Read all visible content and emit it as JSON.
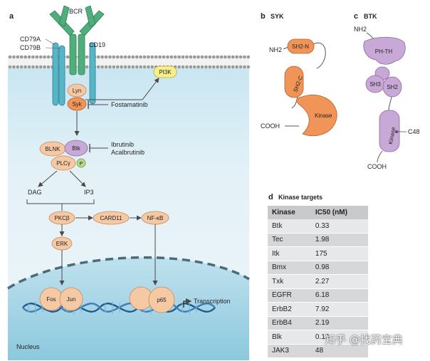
{
  "panel_a": {
    "label": "a",
    "bcr": "BCR",
    "cd79a": "CD79A",
    "cd79b": "CD79B",
    "cd19": "CD19",
    "pi3k": "PI3K",
    "lyn": "Lyn",
    "syk": "Syk",
    "fostamatinib": "Fostamatinib",
    "blnk": "BLNK",
    "btk": "Btk",
    "ibrutinib": "Ibrutinib",
    "acalbrutinib": "Acalbrutinib",
    "plcg": "PLCγ",
    "p": "P",
    "dag": "DAG",
    "ip3": "IP3",
    "pkcb": "PKCβ",
    "card11": "CARD11",
    "nfkb": "NF-κB",
    "erk": "ERK",
    "fos": "Fos",
    "jun": "Jun",
    "p65": "p65",
    "transcription": "Transcription",
    "nucleus": "Nucleus"
  },
  "panel_b": {
    "label": "b",
    "title": "SYK",
    "nh2": "NH2",
    "sh2n": "SH2-N",
    "sh2c": "SH2-C",
    "kinase": "Kinase",
    "cooh": "COOH"
  },
  "panel_c": {
    "label": "c",
    "title": "BTK",
    "nh2": "NH2",
    "phth": "PH-TH",
    "sh3": "SH3",
    "sh2": "SH2",
    "kinase": "Kinase",
    "c48": "C48",
    "cooh": "COOH"
  },
  "panel_d": {
    "label": "d",
    "title": "Kinase targets",
    "headers": [
      "Kinase",
      "IC50 (nM)"
    ],
    "rows": [
      [
        "Btk",
        "0.33"
      ],
      [
        "Tec",
        "1.98"
      ],
      [
        "Itk",
        "175"
      ],
      [
        "Bmx",
        "0.98"
      ],
      [
        "Txk",
        "2.27"
      ],
      [
        "EGFR",
        "6.18"
      ],
      [
        "ErbB2",
        "7.92"
      ],
      [
        "ErbB4",
        "2.19"
      ],
      [
        "Blk",
        "0.13"
      ],
      [
        "JAK3",
        "48"
      ]
    ]
  },
  "watermark": "知乎 @找药宝典",
  "colors": {
    "cytoplasm": "#dcedf6",
    "nucleus": "#9fd0e2",
    "green_receptor": "#4fae7b",
    "teal_receptor": "#58b5c7",
    "orange_node": "#f5c9a4",
    "syk_orange": "#f09458",
    "btk_purple": "#c7a8d6",
    "pi3k_yellow": "#f5f08a"
  }
}
